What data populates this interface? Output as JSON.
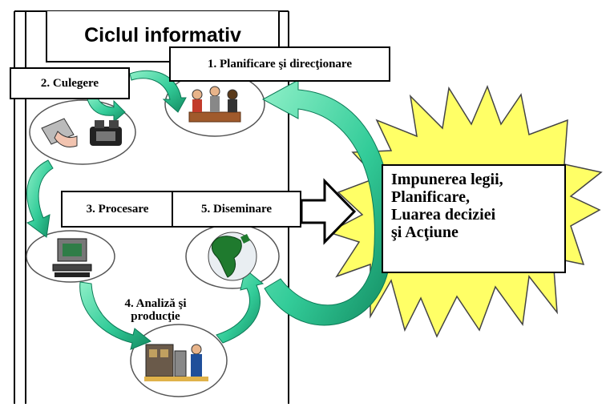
{
  "title": "Ciclul informativ",
  "steps": {
    "step1": "1. Planificare şi direcţionare",
    "step2": "2. Culegere",
    "step3": "3. Procesare",
    "step4_line1": "4. Analiză şi",
    "step4_line2": "producţie",
    "step5": "5. Diseminare"
  },
  "outcome": {
    "line1": "Impunerea legii,",
    "line2": "Planificare,",
    "line3": "Luarea deciziei",
    "line4": "şi Acţiune"
  },
  "icons": {
    "step1": "meeting-people-icon",
    "step2": "telephone-and-documents-icon",
    "step3": "computer-icon",
    "step4": "factory-worker-icon",
    "step5": "globe-icon"
  },
  "colors": {
    "arrow": "#33cc99",
    "arrow_edge": "#0b7a56",
    "starburst": "#ffff66",
    "border": "#000000"
  }
}
